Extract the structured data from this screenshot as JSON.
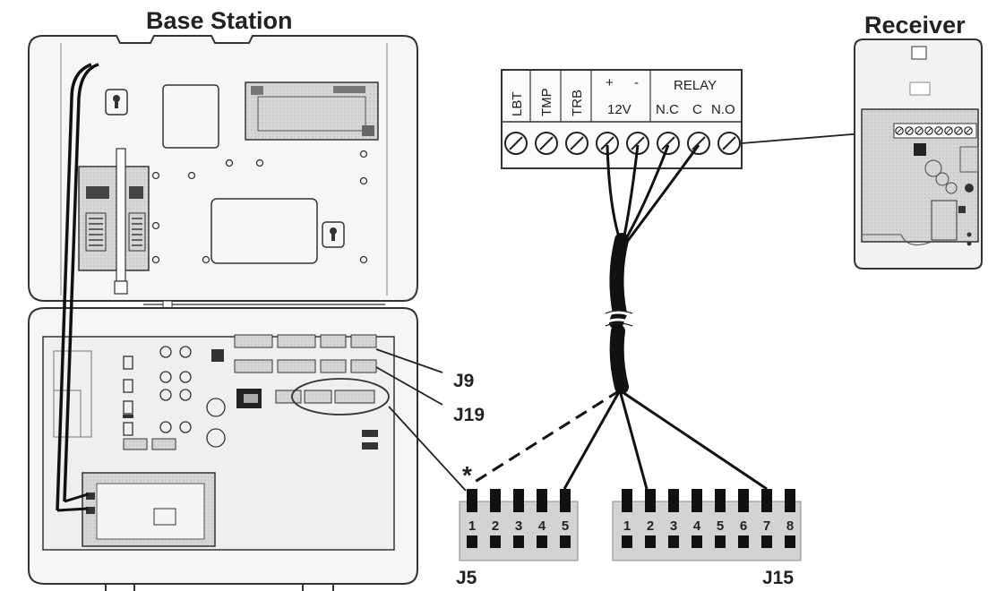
{
  "titles": {
    "base_station": "Base Station",
    "receiver": "Receiver"
  },
  "connector_labels": {
    "j9": "J9",
    "j19": "J19",
    "j5": "J5",
    "j15": "J15"
  },
  "asterisk": "*",
  "terminal_block": {
    "labels": {
      "lbt": "LBT",
      "tmp": "TMP",
      "trb": "TRB",
      "plus": "+",
      "minus": "-",
      "v12": "12V",
      "relay": "RELAY",
      "nc": "N.C",
      "c": "C",
      "no": "N.O"
    },
    "screw_count": 8
  },
  "j5_pins": [
    "1",
    "2",
    "3",
    "4",
    "5"
  ],
  "j15_pins": [
    "1",
    "2",
    "3",
    "4",
    "5",
    "6",
    "7",
    "8"
  ],
  "colors": {
    "line": "#2a2a2a",
    "housing": "#f4f4f4",
    "board": "#d4d4d4",
    "connector": "#cfcfcf",
    "pin": "#111111"
  }
}
